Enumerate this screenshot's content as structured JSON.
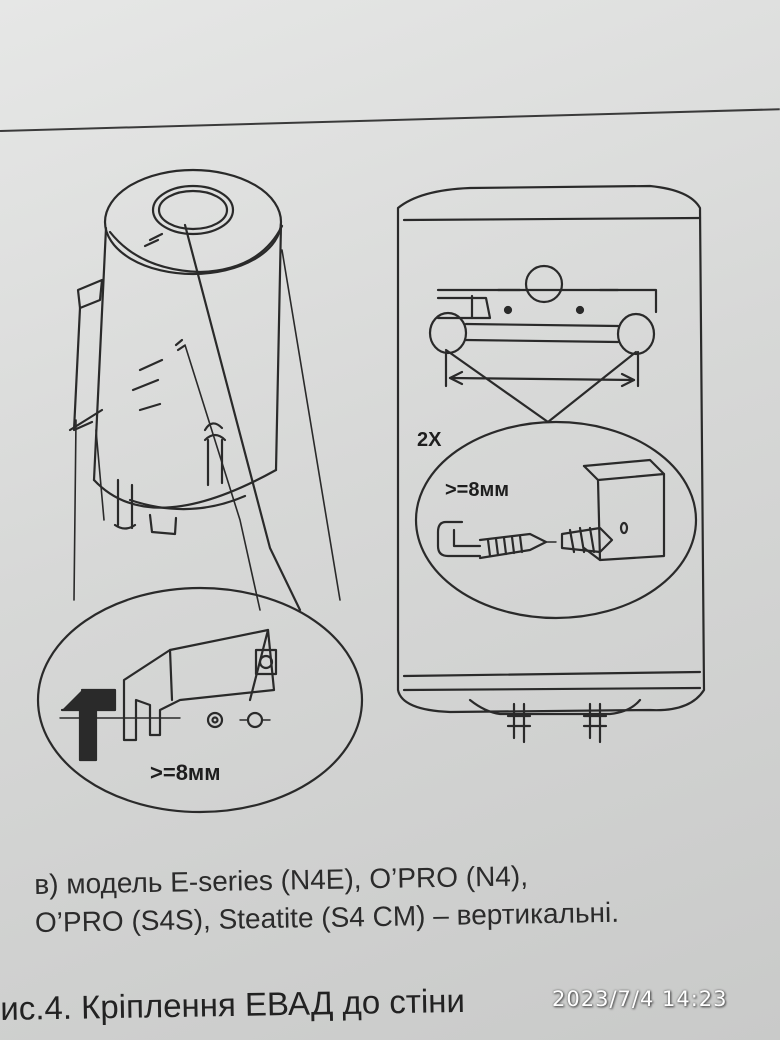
{
  "diagram": {
    "left_label_clearance": ">=8мм",
    "right_label_count": "2X",
    "right_label_clearance": ">=8мм"
  },
  "caption": {
    "line1": "в) модель E-series (N4E), O’PRO (N4),",
    "line2": "O’PRO (S4S), Steatite (S4 CM) – вертикальні."
  },
  "figure_title": "ис.4. Кріплення ЕВАД до стіни",
  "timestamp": "2023/7/4 14:23"
}
